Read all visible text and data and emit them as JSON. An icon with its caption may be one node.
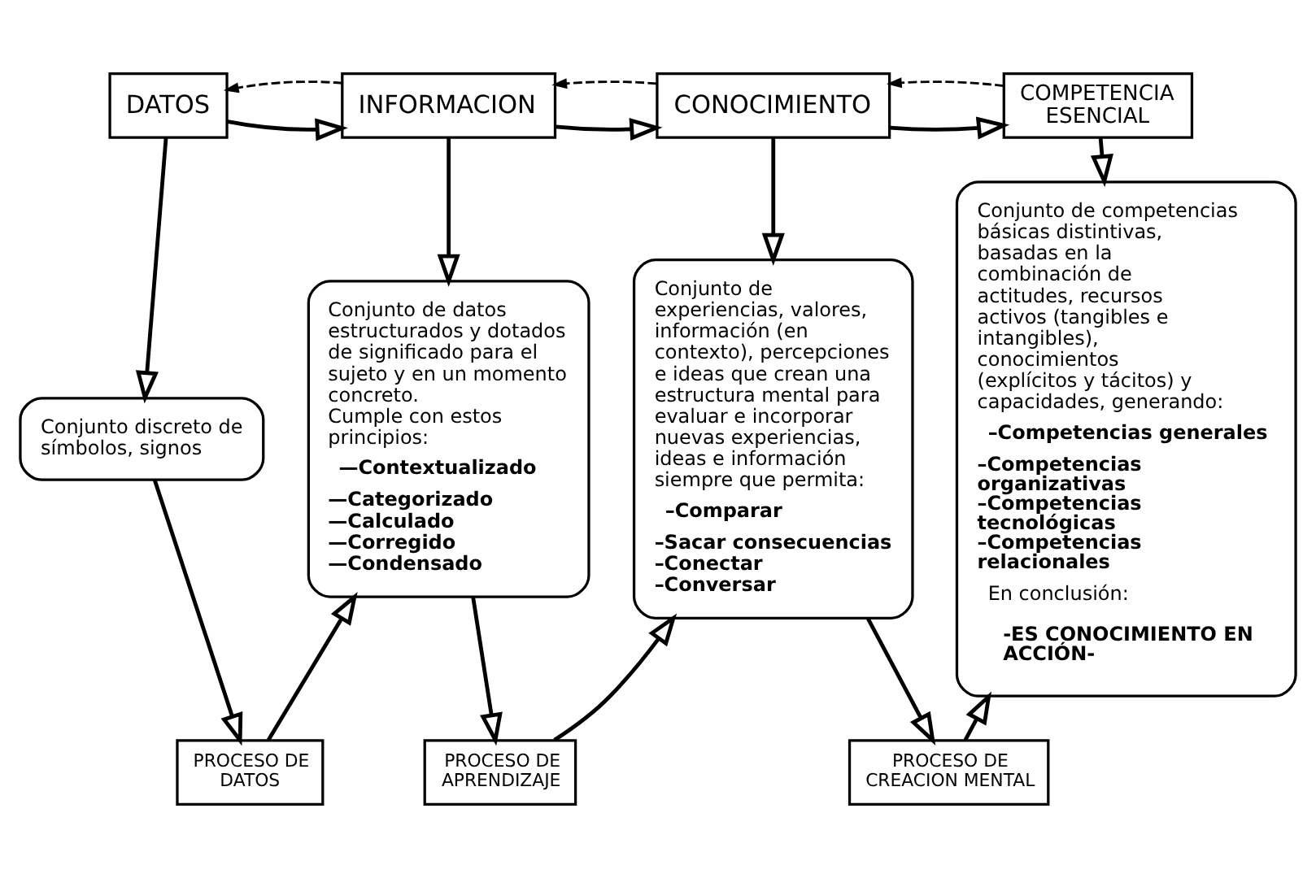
{
  "diagram": {
    "nodes": [
      {
        "text": [
          "DATOS"
        ]
      },
      {
        "text": [
          "INFORMACION"
        ]
      },
      {
        "text": [
          "CONOCIMIENTO"
        ]
      },
      {
        "text": [
          "COMPETENCIA ESENCIAL"
        ]
      },
      {
        "text": [
          "Conjunto discreto de símbolos, signos"
        ]
      },
      {
        "text": [
          "Conjunto de datos estructurados y dotados de significado para el sujeto y en un momento concreto.",
          "Cumple con estos principios:",
          "—Contextualizado",
          "—Categorizado",
          "—Calculado",
          "—Corregido",
          "—Condensado"
        ]
      },
      {
        "text": [
          "Conjunto de experiencias, valores, información (en contexto), percepciones e ideas que crean una estructura mental para evaluar e incorporar nuevas experiencias, ideas e información siempre que permita:",
          "–Comparar",
          "–Sacar consecuencias",
          "–Conectar",
          "–Conversar"
        ]
      },
      {
        "text": [
          "Conjunto de competencias básicas distintivas, basadas en la combinación de actitudes, recursos activos (tangibles e intangibles), conocimientos (explícitos y tácitos) y capacidades, generando:",
          "–Competencias generales",
          "–Competencias organizativas",
          "–Competencias tecnológicas",
          "–Competencias relacionales",
          "En conclusión:",
          "-ES CONOCIMIENTO EN ACCIÓN-"
        ]
      },
      {
        "text": [
          "PROCESO DE DATOS"
        ]
      },
      {
        "text": [
          "PROCESO DE APRENDIZAJE"
        ]
      },
      {
        "text": [
          "PROCESO DE CREACION MENTAL"
        ]
      }
    ],
    "edges": [
      {
        "from": 0,
        "to": 1,
        "arrow": "to"
      },
      {
        "from": 1,
        "to": 2,
        "arrow": "to"
      },
      {
        "from": 2,
        "to": 3,
        "arrow": "to"
      },
      {
        "from": 0,
        "to": 4,
        "arrow": "to"
      },
      {
        "from": 1,
        "to": 5,
        "arrow": "to"
      },
      {
        "from": 2,
        "to": 6,
        "arrow": "to"
      },
      {
        "from": 3,
        "to": 7,
        "arrow": "to"
      },
      {
        "from": 1,
        "to": 0,
        "arrow": "to",
        "style": "dashed"
      },
      {
        "from": 2,
        "to": 1,
        "arrow": "to",
        "style": "dashed"
      },
      {
        "from": 3,
        "to": 2,
        "arrow": "to",
        "style": "dashed"
      },
      {
        "from": 4,
        "to": 8,
        "arrow": "to"
      },
      {
        "from": 8,
        "to": 5,
        "arrow": "to"
      },
      {
        "from": 5,
        "to": 9,
        "arrow": "to"
      },
      {
        "from": 9,
        "to": 6,
        "arrow": "to"
      },
      {
        "from": 6,
        "to": 10,
        "arrow": "to"
      },
      {
        "from": 10,
        "to": 7,
        "arrow": "to"
      }
    ]
  }
}
